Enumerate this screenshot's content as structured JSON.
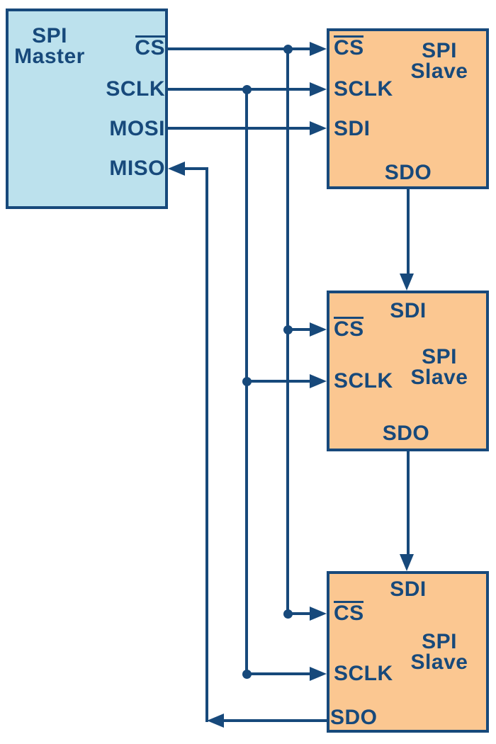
{
  "colors": {
    "navy": "#17497B",
    "master-fill": "#BCE1ED",
    "slave-fill": "#FBC791",
    "bg": "#FFFFFF"
  },
  "master": {
    "title": [
      "SPI",
      "Master"
    ],
    "pins": {
      "cs": "CS",
      "sclk": "SCLK",
      "mosi": "MOSI",
      "miso": "MISO"
    }
  },
  "slave1": {
    "title": [
      "SPI",
      "Slave"
    ],
    "pins": {
      "cs": "CS",
      "sclk": "SCLK",
      "sdi": "SDI",
      "sdo": "SDO"
    }
  },
  "slave2": {
    "title": [
      "SPI",
      "Slave"
    ],
    "pins": {
      "cs": "CS",
      "sclk": "SCLK",
      "sdi": "SDI",
      "sdo": "SDO"
    }
  },
  "slave3": {
    "title": [
      "SPI",
      "Slave"
    ],
    "pins": {
      "cs": "CS",
      "sclk": "SCLK",
      "sdi": "SDI",
      "sdo": "SDO"
    }
  }
}
